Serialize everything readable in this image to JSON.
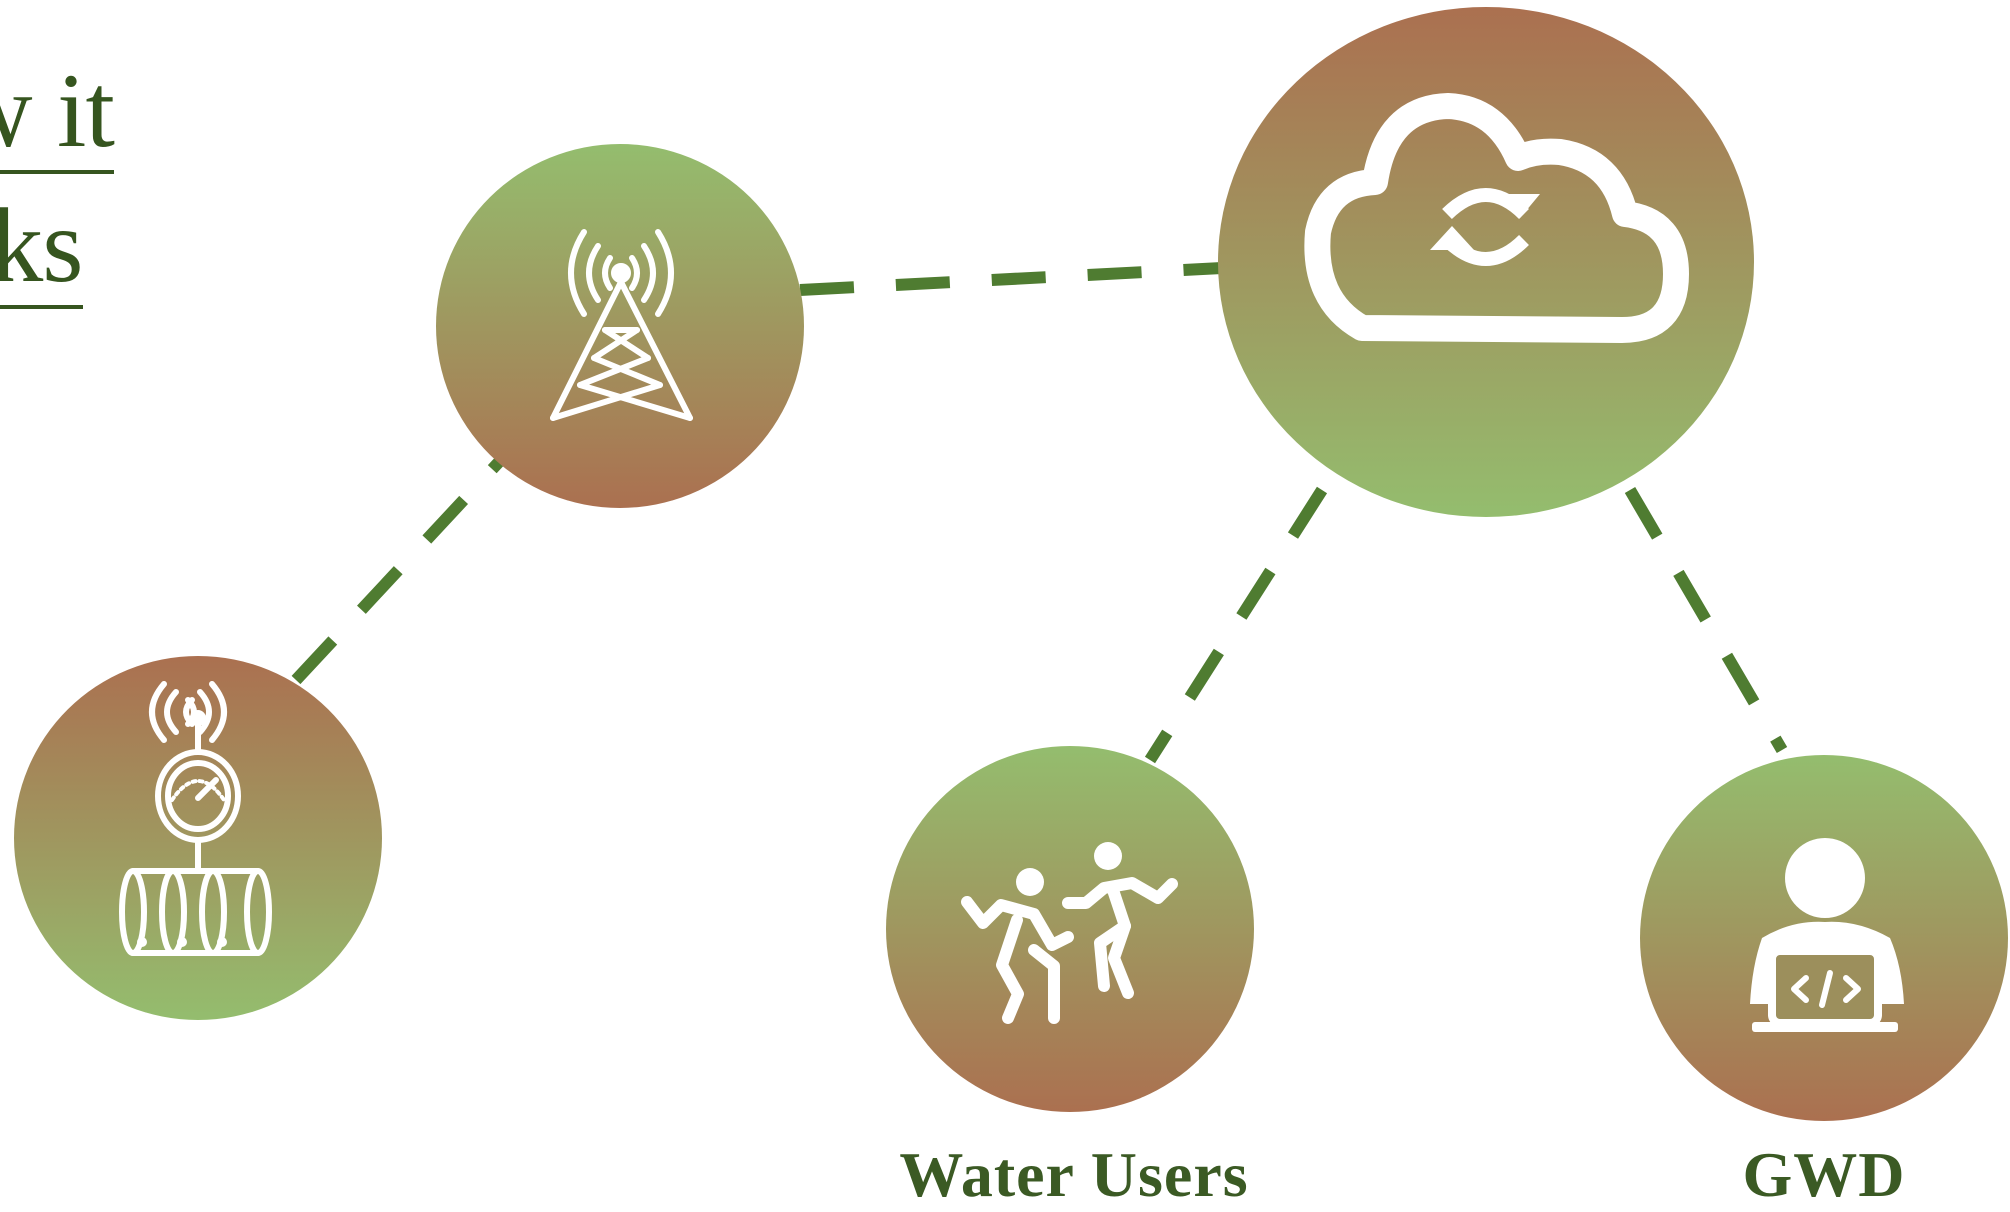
{
  "heading": {
    "line1": "w it",
    "line2": "rks"
  },
  "colors": {
    "line_green": "#4f7c31",
    "text_green": "#36551f",
    "node_green": "#94bd6e",
    "node_brown": "#ab7050",
    "icon_white": "#ffffff"
  },
  "nodes": [
    {
      "id": "sensor",
      "icon": "water-meter-sensor-icon",
      "label": "",
      "gradient": "brown-top"
    },
    {
      "id": "tower",
      "icon": "radio-tower-icon",
      "label": "",
      "gradient": "green-top"
    },
    {
      "id": "cloud",
      "icon": "cloud-sync-icon",
      "label": "",
      "gradient": "brown-top"
    },
    {
      "id": "users",
      "icon": "water-users-icon",
      "label": "Water Users",
      "gradient": "green-top"
    },
    {
      "id": "gwd",
      "icon": "developer-laptop-icon",
      "label": "GWD",
      "gradient": "green-top"
    }
  ],
  "connections": [
    {
      "from": "sensor",
      "to": "tower"
    },
    {
      "from": "tower",
      "to": "cloud"
    },
    {
      "from": "cloud",
      "to": "users"
    },
    {
      "from": "cloud",
      "to": "gwd"
    }
  ]
}
